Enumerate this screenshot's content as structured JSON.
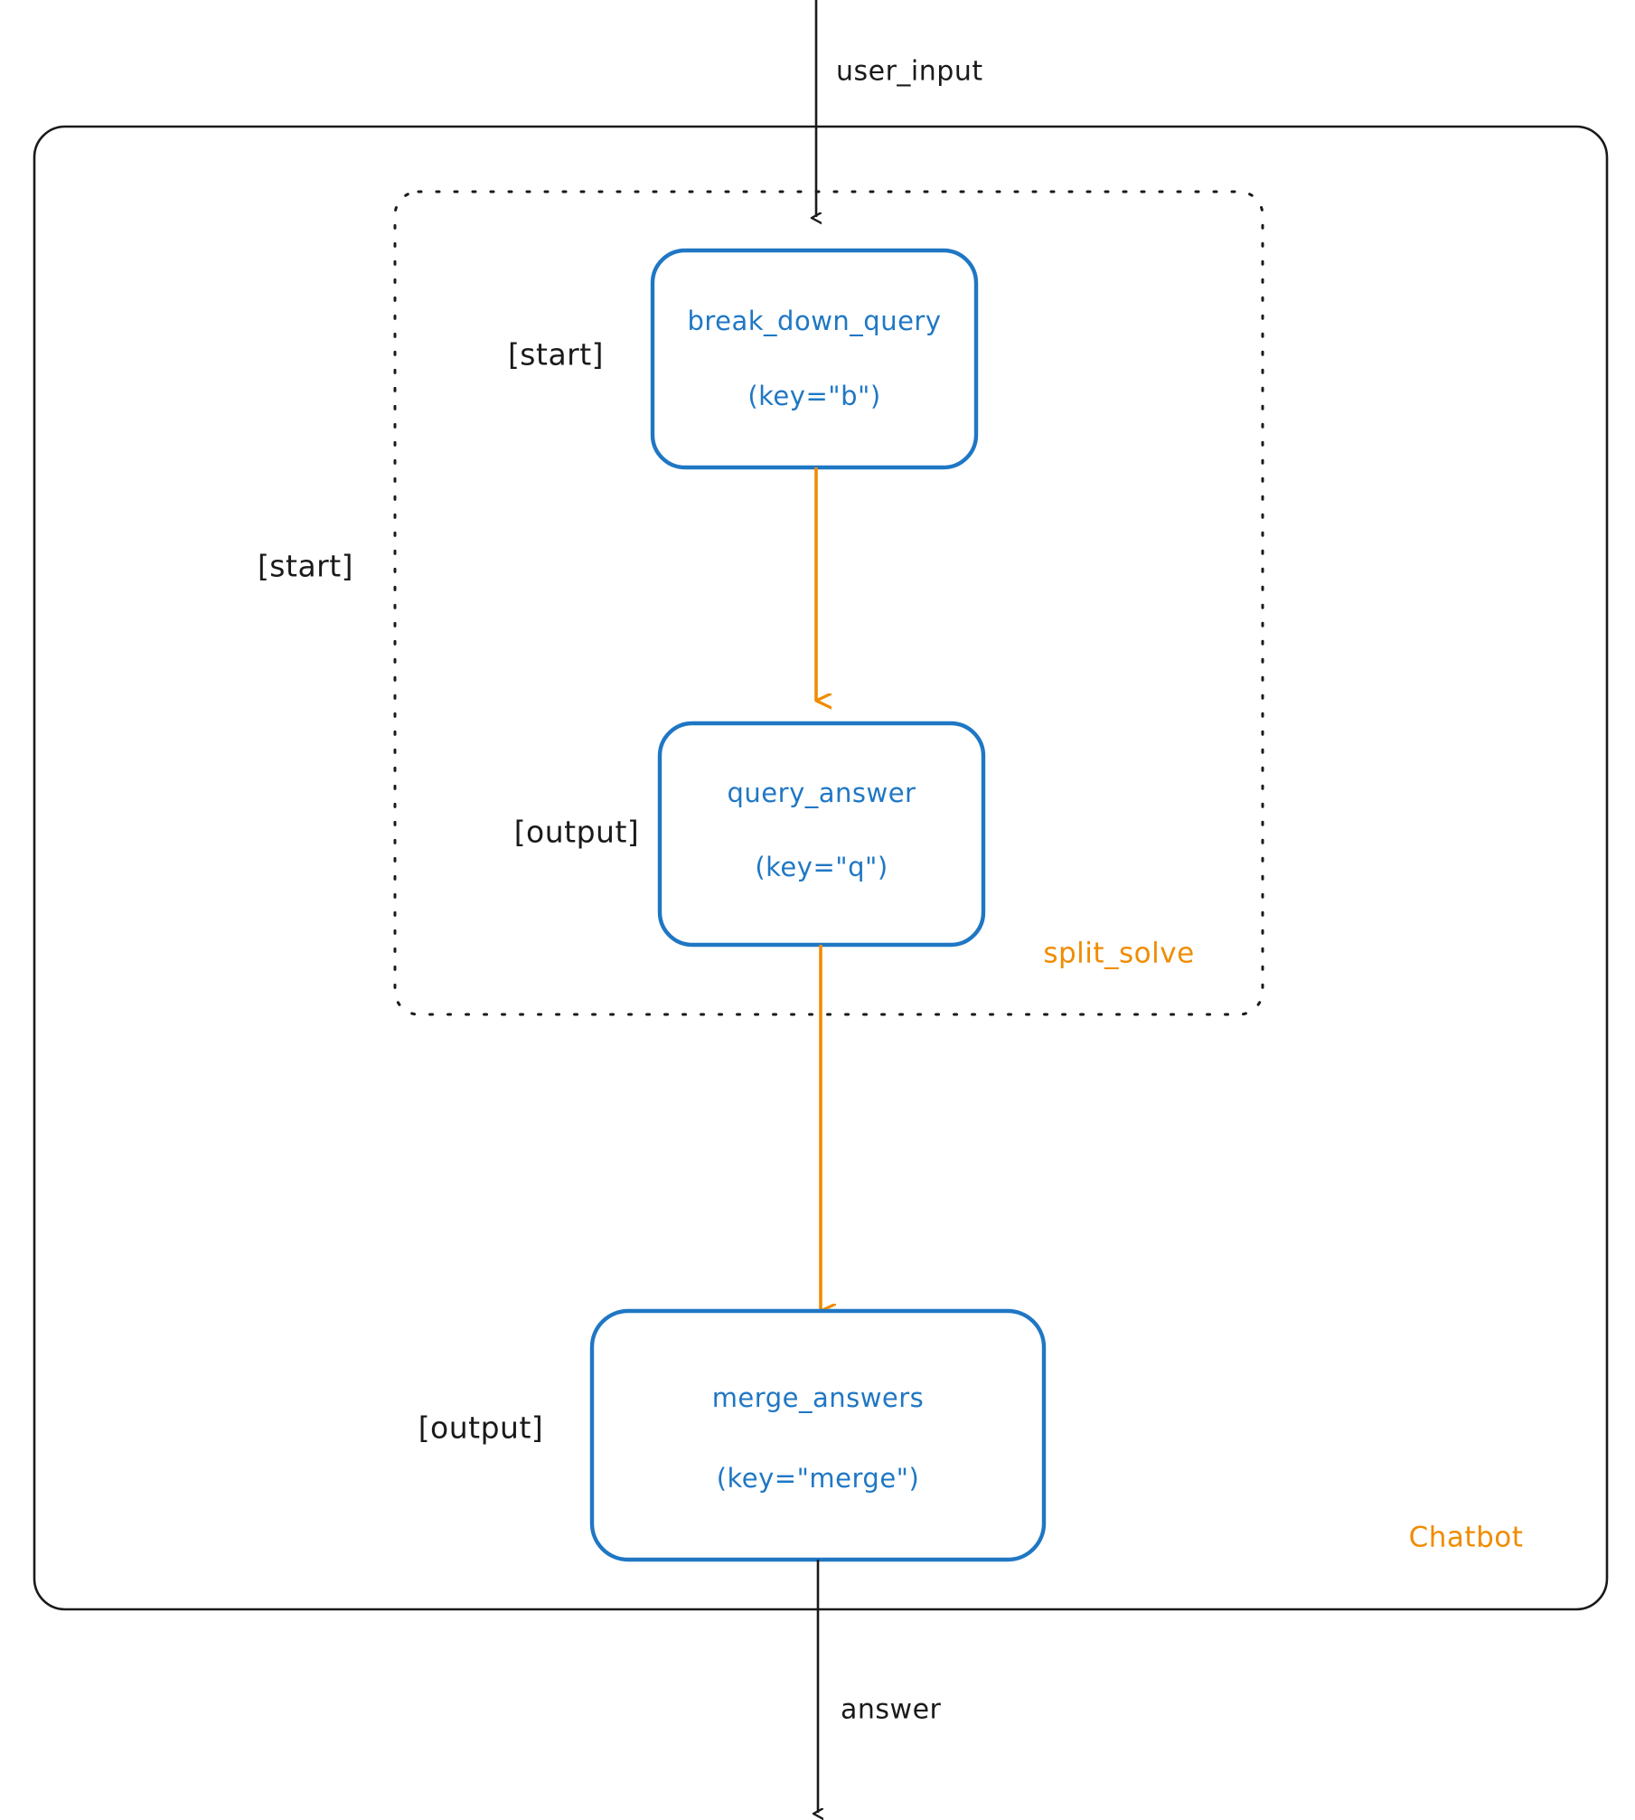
{
  "diagram": {
    "title": "Chatbot",
    "colors": {
      "node_stroke": "#1f77c4",
      "node_text": "#1f77c4",
      "group_label": "#f08c00",
      "internal_edge": "#f08c00",
      "external_edge": "#1a1a1a",
      "bracket_text": "#1a1a1a",
      "container_stroke": "#1a1a1a",
      "background": "#ffffff"
    },
    "outer_container": {
      "name": "Chatbot",
      "label": "Chatbot",
      "style": "solid-rounded"
    },
    "inner_container": {
      "name": "split_solve",
      "label": "split_solve",
      "style": "dotted-rounded"
    },
    "io_edges": [
      {
        "id": "in",
        "label": "user_input",
        "direction": "down",
        "color": "#1a1a1a"
      },
      {
        "id": "out",
        "label": "answer",
        "direction": "down",
        "color": "#1a1a1a"
      }
    ],
    "nodes": [
      {
        "id": "break_down_query",
        "label": "break_down_query",
        "key_label": "(key=\"b\")",
        "role": "[start]",
        "role_outer": "[start]",
        "group": "split_solve"
      },
      {
        "id": "query_answer",
        "label": "query_answer",
        "key_label": "(key=\"q\")",
        "role": "[output]",
        "group": "split_solve"
      },
      {
        "id": "merge_answers",
        "label": "merge_answers",
        "key_label": "(key=\"merge\")",
        "role": "[output]",
        "group": "Chatbot"
      }
    ],
    "edges": [
      {
        "from": "break_down_query",
        "to": "query_answer",
        "color": "#f08c00"
      },
      {
        "from": "query_answer",
        "to": "merge_answers",
        "color": "#f08c00"
      }
    ]
  }
}
